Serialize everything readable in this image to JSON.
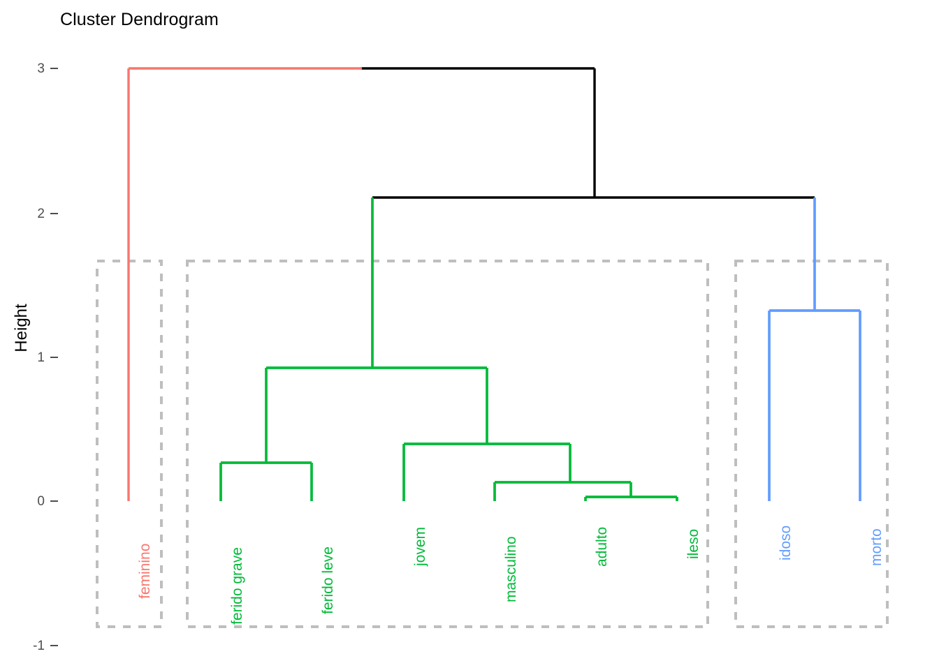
{
  "plot": {
    "title": "Cluster Dendrogram",
    "y_axis_label": "Height",
    "background": "#ffffff"
  },
  "colors": {
    "cluster_1": "#F8766D",
    "cluster_2": "#00BA38",
    "cluster_3": "#619CFF",
    "root": "#000000",
    "rect_border": "#BEBEBE",
    "axis_text": "#4d4d4d"
  },
  "axis": {
    "ticks": [
      {
        "label": "3",
        "value": 3
      },
      {
        "label": "2",
        "value": 2
      },
      {
        "label": "1",
        "value": 1
      },
      {
        "label": "0",
        "value": 0
      },
      {
        "label": "-1",
        "value": -1
      }
    ],
    "ylim": [
      -1,
      3
    ]
  },
  "chart_data": {
    "type": "dendrogram",
    "title": "Cluster Dendrogram",
    "xlabel": "",
    "ylabel": "Height",
    "ylim": [
      -1,
      3
    ],
    "grid": false,
    "legend": "none",
    "n_clusters": 3,
    "leaves": [
      {
        "label": "feminino",
        "order": 1,
        "cluster": 1,
        "color": "#F8766D"
      },
      {
        "label": "ferido grave",
        "order": 2,
        "cluster": 2,
        "color": "#00BA38"
      },
      {
        "label": "ferido leve",
        "order": 3,
        "cluster": 2,
        "color": "#00BA38"
      },
      {
        "label": "jovem",
        "order": 4,
        "cluster": 2,
        "color": "#00BA38"
      },
      {
        "label": "masculino",
        "order": 5,
        "cluster": 2,
        "color": "#00BA38"
      },
      {
        "label": "adulto",
        "order": 6,
        "cluster": 2,
        "color": "#00BA38"
      },
      {
        "label": "ileso",
        "order": 7,
        "cluster": 2,
        "color": "#00BA38"
      },
      {
        "label": "idoso",
        "order": 8,
        "cluster": 3,
        "color": "#619CFF"
      },
      {
        "label": "morto",
        "order": 9,
        "cluster": 3,
        "color": "#619CFF"
      }
    ],
    "merges": [
      {
        "id": "m1",
        "height": 0.03,
        "members": [
          "adulto",
          "ileso"
        ],
        "color": "#00BA38"
      },
      {
        "id": "m2",
        "height": 0.13,
        "members": [
          "masculino",
          "adulto",
          "ileso"
        ],
        "color": "#00BA38"
      },
      {
        "id": "m3",
        "height": 0.25,
        "members": [
          "ferido grave",
          "ferido leve"
        ],
        "color": "#00BA38"
      },
      {
        "id": "m4",
        "height": 0.39,
        "members": [
          "jovem",
          "masculino",
          "adulto",
          "ileso"
        ],
        "color": "#00BA38"
      },
      {
        "id": "m5",
        "height": 0.93,
        "members": [
          "ferido grave",
          "ferido leve",
          "jovem",
          "masculino",
          "adulto",
          "ileso"
        ],
        "color": "#00BA38"
      },
      {
        "id": "m6",
        "height": 1.33,
        "members": [
          "idoso",
          "morto"
        ],
        "color": "#619CFF"
      },
      {
        "id": "m7",
        "height": 2.1,
        "members": [
          "green-cluster",
          "blue-cluster"
        ],
        "color": "#000000"
      },
      {
        "id": "m8",
        "height": 3.0,
        "members": [
          "feminino",
          "rest"
        ],
        "color": "#000000"
      }
    ],
    "cluster_boxes": [
      {
        "cluster": 1,
        "leaves": [
          "feminino"
        ],
        "top_height": 1.7,
        "bottom_height": -0.87
      },
      {
        "cluster": 2,
        "leaves": [
          "ferido grave",
          "ferido leve",
          "jovem",
          "masculino",
          "adulto",
          "ileso"
        ],
        "top_height": 1.7,
        "bottom_height": -0.87
      },
      {
        "cluster": 3,
        "leaves": [
          "idoso",
          "morto"
        ],
        "top_height": 1.7,
        "bottom_height": -0.87
      }
    ]
  }
}
